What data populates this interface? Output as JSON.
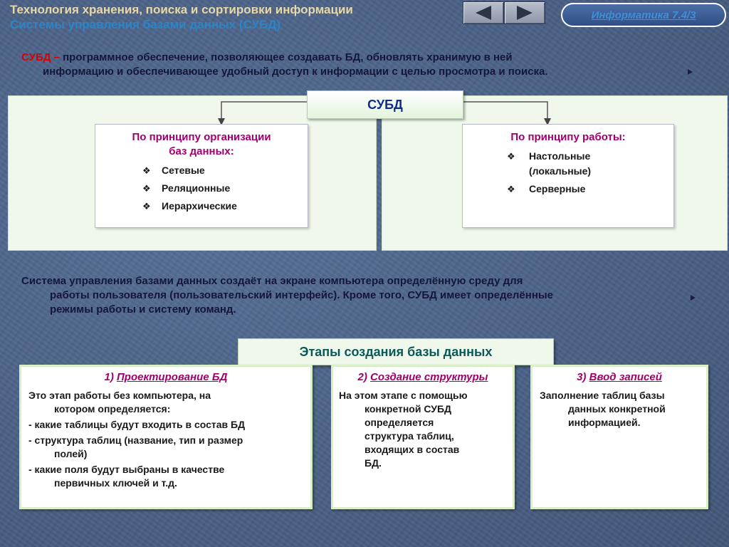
{
  "header": {
    "title": "Технология хранения, поиска и сортировки информации",
    "subtitle": "Системы управления базами данных (СУБД)",
    "badge": "Информатика 7.4/3",
    "nav_prev_icon": "triangle-left-icon",
    "nav_next_icon": "triangle-right-icon"
  },
  "definition": {
    "term": "СУБД",
    "dash": " – ",
    "line1": "программное обеспечение, позволяющее создавать БД, обновлять хранимую в ней",
    "line2": "информацию и обеспечивающее удобный доступ к информации с целью просмотра и поиска."
  },
  "diagram": {
    "root": "СУБД",
    "left": {
      "title_line1": "По принципу организации",
      "title_line2": "баз данных:",
      "items": [
        "Сетевые",
        "Реляционные",
        "Иерархические"
      ]
    },
    "right": {
      "title": "По принципу работы:",
      "items": [
        {
          "line1": "Настольные",
          "line2": "(локальные)"
        },
        {
          "line1": "Серверные",
          "line2": ""
        }
      ]
    }
  },
  "paragraph": {
    "line1": "Система управления базами данных создаёт на экране компьютера определённую среду для",
    "line2": "работы пользователя (пользовательский интерфейс). Кроме того, СУБД имеет определённые",
    "line3": "режимы работы и систему команд."
  },
  "stages": {
    "title": "Этапы создания базы данных",
    "s1": {
      "num": "1) ",
      "name": "Проектирование БД",
      "lines": [
        "Это этап работы без компьютера, на",
        "котором определяется:",
        "- какие таблицы будут входить в состав БД",
        "- структура таблиц (название, тип и размер",
        "полей)",
        "- какие поля будут выбраны в качестве",
        "первичных ключей и т.д."
      ]
    },
    "s2": {
      "num": "2) ",
      "name": "Создание структуры",
      "lines": [
        "На этом этапе с помощью",
        "конкретной СУБД",
        "определяется",
        "структура таблиц,",
        "входящих в состав",
        "БД."
      ]
    },
    "s3": {
      "num": "3) ",
      "name": "Ввод записей",
      "lines": [
        "Заполнение таблиц базы",
        "данных конкретной",
        "информацией."
      ]
    }
  },
  "colors": {
    "background": "#4d6489",
    "title_red": "#d90000",
    "heading_magenta": "#a0006e",
    "panel_green": "#eff8ea",
    "subtitle_blue": "#2a86c8"
  }
}
